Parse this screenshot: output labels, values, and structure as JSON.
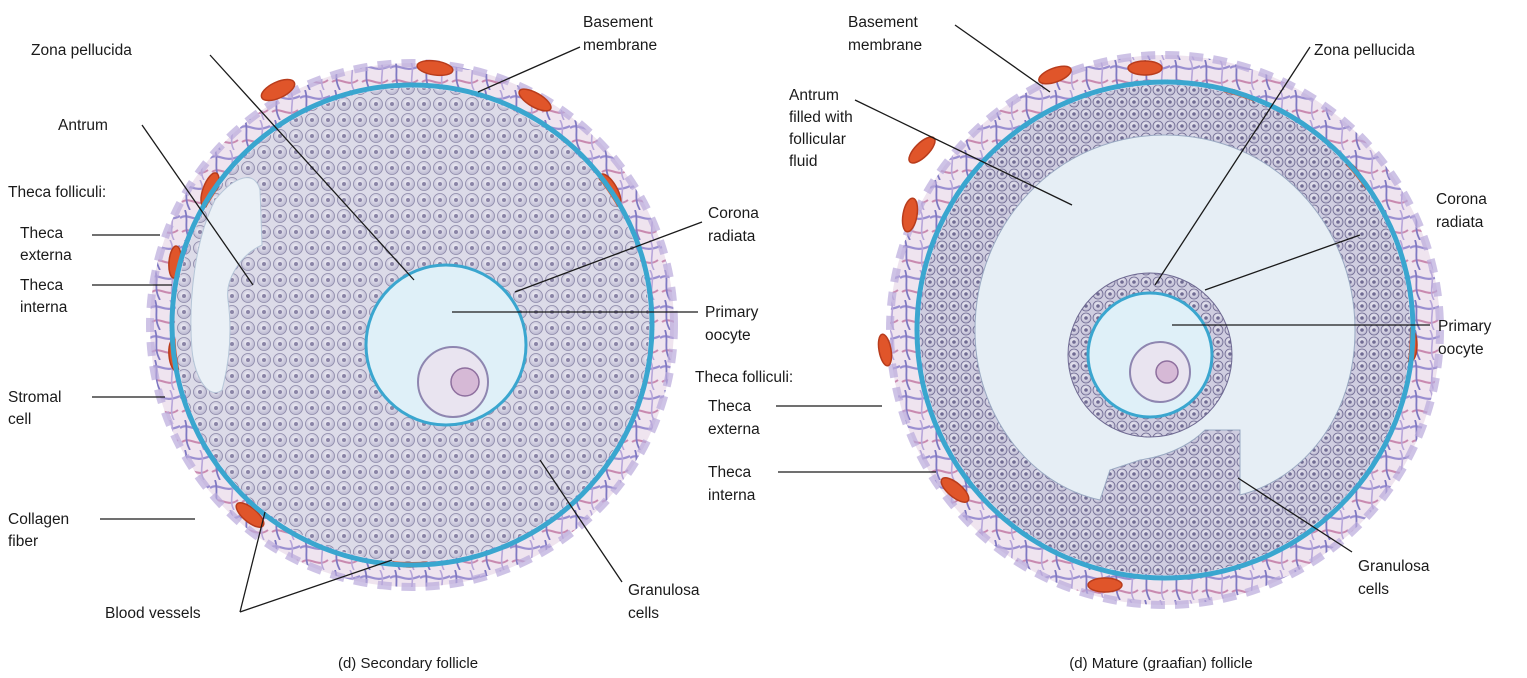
{
  "panels": [
    {
      "caption": "(d) Secondary follicle",
      "labels": {
        "zona_pellucida": "Zona pellucida",
        "basement_membrane": [
          "Basement",
          "membrane"
        ],
        "antrum": "Antrum",
        "theca_folliculi": "Theca folliculi:",
        "theca_externa": [
          "Theca",
          "externa"
        ],
        "theca_interna": [
          "Theca",
          "interna"
        ],
        "corona_radiata": [
          "Corona",
          "radiata"
        ],
        "primary_oocyte": [
          "Primary",
          "oocyte"
        ],
        "stromal_cell": [
          "Stromal",
          "cell"
        ],
        "collagen_fiber": [
          "Collagen",
          "fiber"
        ],
        "blood_vessels": "Blood vessels",
        "granulosa_cells": [
          "Granulosa",
          "cells"
        ]
      }
    },
    {
      "caption": "(d) Mature (graafian) follicle",
      "labels": {
        "basement_membrane": [
          "Basement",
          "membrane"
        ],
        "zona_pellucida": "Zona pellucida",
        "antrum": [
          "Antrum",
          "filled with",
          "follicular",
          "fluid"
        ],
        "corona_radiata": [
          "Corona",
          "radiata"
        ],
        "primary_oocyte": [
          "Primary",
          "oocyte"
        ],
        "theca_folliculi": "Theca folliculi:",
        "theca_externa": [
          "Theca",
          "externa"
        ],
        "theca_interna": [
          "Theca",
          "interna"
        ],
        "granulosa_cells": [
          "Granulosa",
          "cells"
        ]
      }
    }
  ],
  "colors": {
    "stroma": "#8a7fc0",
    "stroma_pink": "#d28fb0",
    "basement_membrane": "#3aa6cf",
    "antrum": "#e6eef5",
    "granulosa": "#cfcde0",
    "blood_vessel": "#e0552a",
    "oocyte_nucleus": "#d6b9d6"
  }
}
